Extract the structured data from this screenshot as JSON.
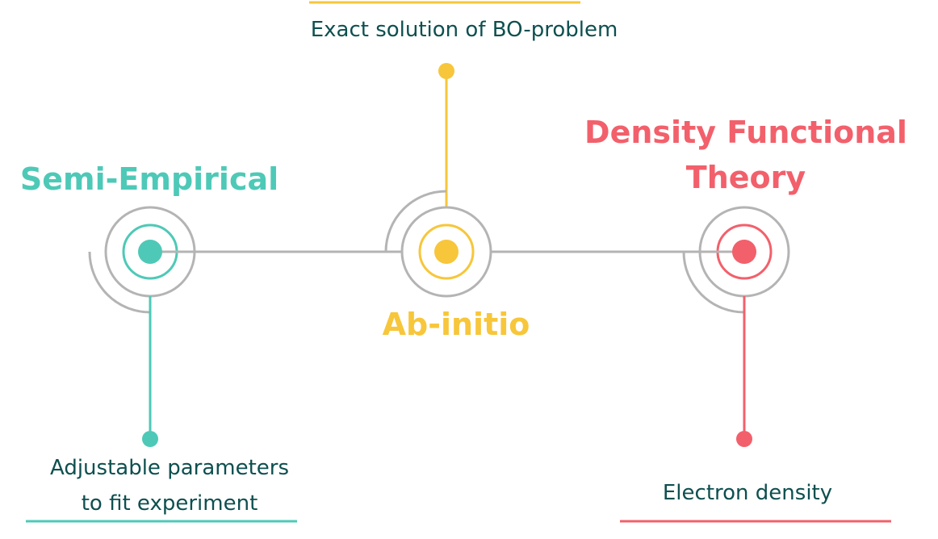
{
  "colors": {
    "teal": "#4ec9b7",
    "yellow": "#f7c63a",
    "red": "#f2606b",
    "gray": "#b4b4b4",
    "dark_teal": "#0e4f4f"
  },
  "nodes": [
    {
      "id": "semi-empirical",
      "title": "Semi-Empirical",
      "description_lines": [
        "Adjustable parameters",
        "to fit experiment"
      ],
      "color": "#4ec9b7"
    },
    {
      "id": "ab-initio",
      "title": "Ab-initio",
      "description_lines": [
        "Exact solution of BO-problem"
      ],
      "color": "#f7c63a"
    },
    {
      "id": "dft",
      "title_lines": [
        "Density Functional",
        "Theory"
      ],
      "description_lines": [
        "Electron density"
      ],
      "color": "#f2606b"
    }
  ]
}
